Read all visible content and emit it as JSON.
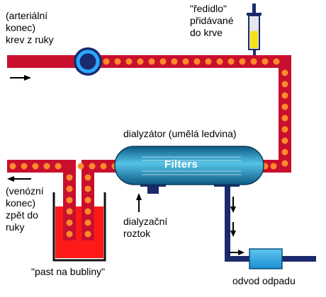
{
  "labels": {
    "arterial": "(arteriální\nkonec)\nkrev z ruky",
    "thinner": "\"ředidlo\"\npřidávané\ndo krve",
    "dialyzer": "dialyzátor (umělá ledvina)",
    "filters": "Filters",
    "venous": "(venózní\nkonec)\nzpět do\nruky",
    "solution": "dialyzační\nroztok",
    "bubble_trap": "\"past na bubliny\"",
    "drain": "odvod odpadu"
  },
  "colors": {
    "tube": "#c8102e",
    "tube_dots": "#ff8a2a",
    "blood_pool": "#ff1a1a",
    "dialyzer_dark": "#0d5a85",
    "dialyzer_light": "#54c3e6",
    "pump_ring": "#1e7fd6",
    "drain_box": "#1a8fd1",
    "dark_pipe": "#1a2a6c"
  },
  "icons": [
    "right-arrow-icon",
    "left-arrow-icon",
    "up-arrow-icon",
    "down-arrow-icon",
    "pump-icon",
    "syringe-icon"
  ]
}
